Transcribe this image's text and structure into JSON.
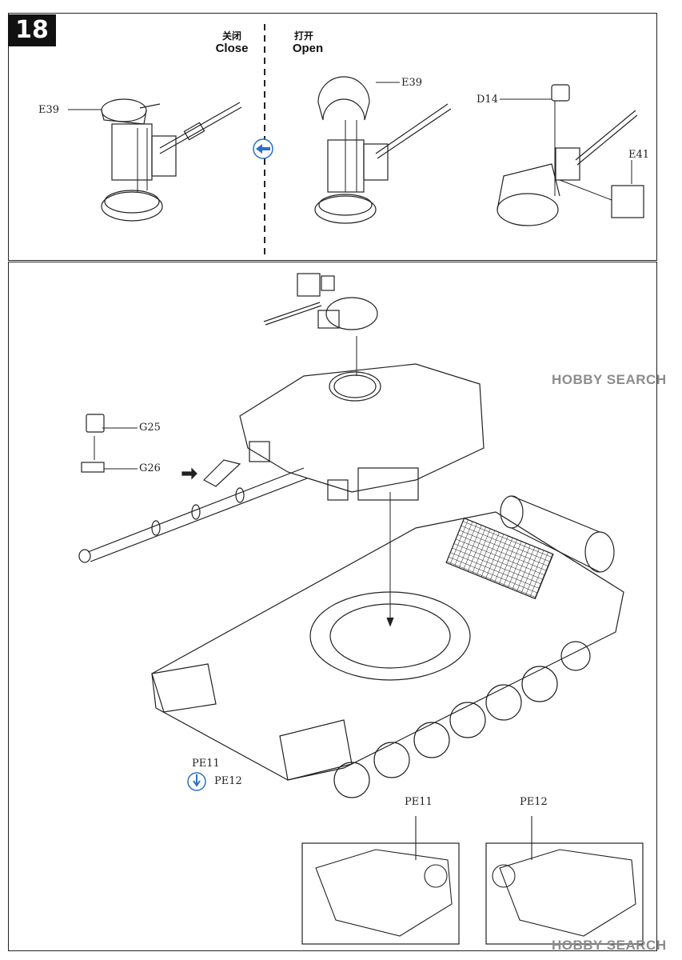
{
  "step": {
    "number": "18"
  },
  "top_panel": {
    "close": {
      "cn": "关闭",
      "en": "Close"
    },
    "open": {
      "cn": "打开",
      "en": "Open"
    },
    "parts": {
      "e39_close": "E39",
      "e39_open": "E39",
      "d14": "D14",
      "e41": "E41"
    }
  },
  "main_panel": {
    "parts": {
      "g25": "G25",
      "g26": "G26",
      "pe11": "PE11",
      "pe12": "PE12"
    }
  },
  "detail_views": {
    "left_label": "PE11",
    "right_label": "PE12"
  },
  "watermarks": {
    "top": "HOBBY SEARCH",
    "bottom": "HOBBY SEARCH"
  }
}
